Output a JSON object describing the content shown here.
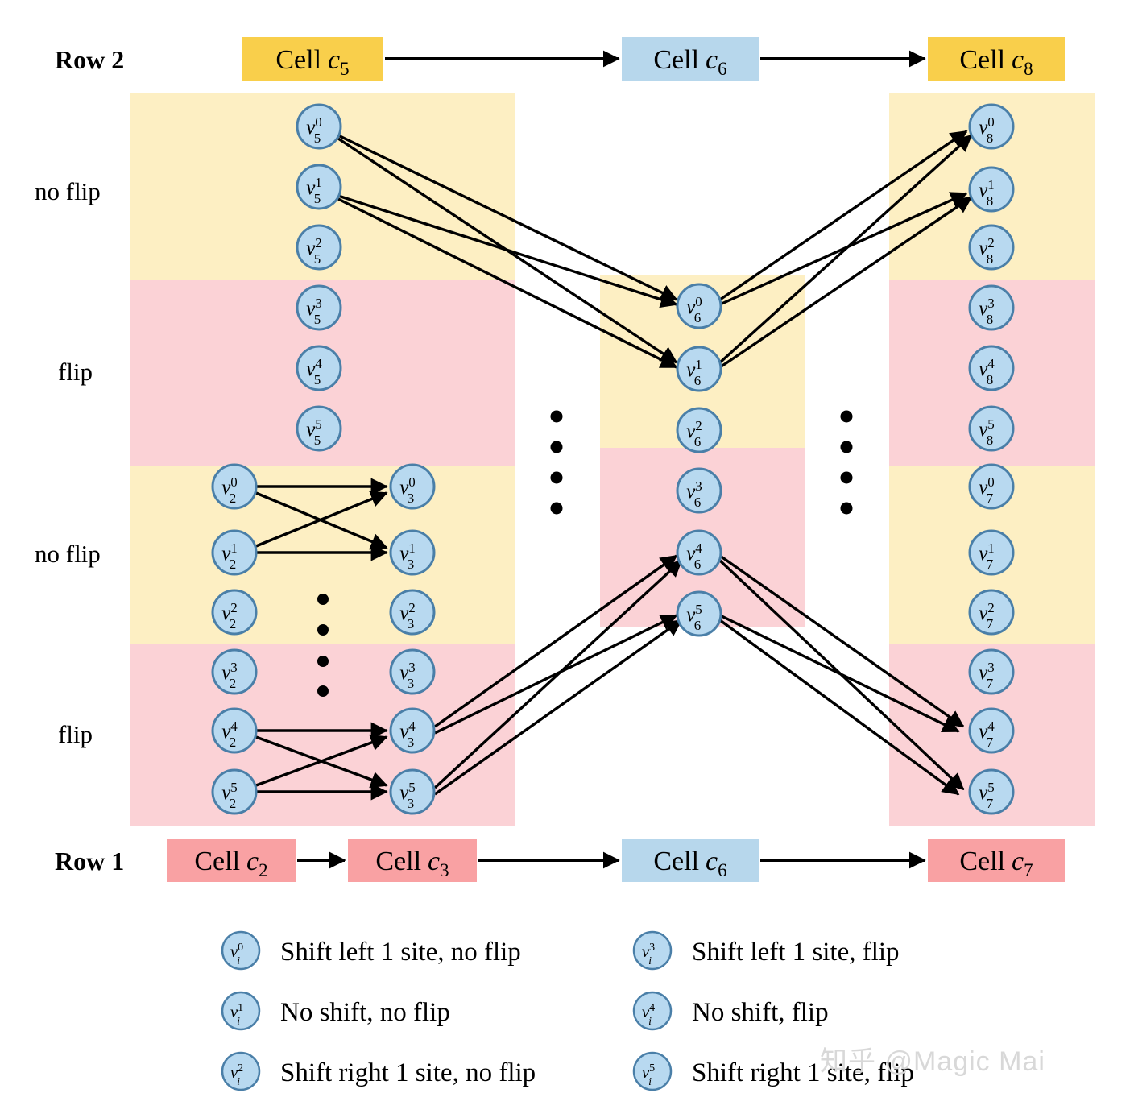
{
  "diagram": {
    "title": "Trellis diagram of cell transitions for Row 1 and Row 2",
    "row_labels": [
      {
        "id": "row2",
        "text": "Row 2"
      },
      {
        "id": "row1",
        "text": "Row 1"
      }
    ],
    "flip_labels": [
      {
        "id": "band1",
        "text": "no flip"
      },
      {
        "id": "band2",
        "text": "flip"
      },
      {
        "id": "band3",
        "text": "no flip"
      },
      {
        "id": "band4",
        "text": "flip"
      }
    ],
    "colors": {
      "yellow_band": "#FDEFC3",
      "pink_band": "#FBD2D6",
      "cell_yellow": "#F9CF4B",
      "cell_blue": "#B7D7EC",
      "cell_pink": "#F9A1A3",
      "node_fill": "#B8D9F0",
      "node_stroke": "#4A7FA8",
      "edge": "#000000",
      "watermark": "#D8D8D8"
    },
    "top_cells": [
      {
        "id": "c5",
        "label": "Cell",
        "sub": "c",
        "subscript": "5",
        "color": "cell_yellow"
      },
      {
        "id": "c6",
        "label": "Cell",
        "sub": "c",
        "subscript": "6",
        "color": "cell_blue"
      },
      {
        "id": "c8",
        "label": "Cell",
        "sub": "c",
        "subscript": "8",
        "color": "cell_yellow"
      }
    ],
    "bottom_cells": [
      {
        "id": "c2",
        "label": "Cell",
        "sub": "c",
        "subscript": "2",
        "color": "cell_pink"
      },
      {
        "id": "c3",
        "label": "Cell",
        "sub": "c",
        "subscript": "3",
        "color": "cell_pink"
      },
      {
        "id": "c6b",
        "label": "Cell",
        "sub": "c",
        "subscript": "6",
        "color": "cell_blue"
      },
      {
        "id": "c7",
        "label": "Cell",
        "sub": "c",
        "subscript": "7",
        "color": "cell_pink"
      }
    ],
    "node_groups": [
      {
        "cell": "5",
        "superscripts": [
          "0",
          "1",
          "2",
          "3",
          "4",
          "5"
        ]
      },
      {
        "cell": "2",
        "superscripts": [
          "0",
          "1",
          "2",
          "3",
          "4",
          "5"
        ]
      },
      {
        "cell": "3",
        "superscripts": [
          "0",
          "1",
          "2",
          "3",
          "4",
          "5"
        ]
      },
      {
        "cell": "6",
        "superscripts": [
          "0",
          "1",
          "2",
          "3",
          "4",
          "5"
        ]
      },
      {
        "cell": "8",
        "superscripts": [
          "0",
          "1",
          "2",
          "3",
          "4",
          "5"
        ]
      },
      {
        "cell": "7",
        "superscripts": [
          "0",
          "1",
          "2",
          "3",
          "4",
          "5"
        ]
      }
    ],
    "vertical_ellipsis_count": 4
  },
  "legend": {
    "left_column": [
      {
        "node_cell": "i",
        "node_sup": "0",
        "text": "Shift left 1 site, no flip"
      },
      {
        "node_cell": "i",
        "node_sup": "1",
        "text": "No shift, no flip"
      },
      {
        "node_cell": "i",
        "node_sup": "2",
        "text": "Shift right 1 site, no flip"
      }
    ],
    "right_column": [
      {
        "node_cell": "i",
        "node_sup": "3",
        "text": "Shift left 1 site, flip"
      },
      {
        "node_cell": "i",
        "node_sup": "4",
        "text": "No shift, flip"
      },
      {
        "node_cell": "i",
        "node_sup": "5",
        "text": "Shift right 1 site, flip"
      }
    ]
  },
  "watermark": {
    "text": "知乎 @Magic Mai"
  }
}
